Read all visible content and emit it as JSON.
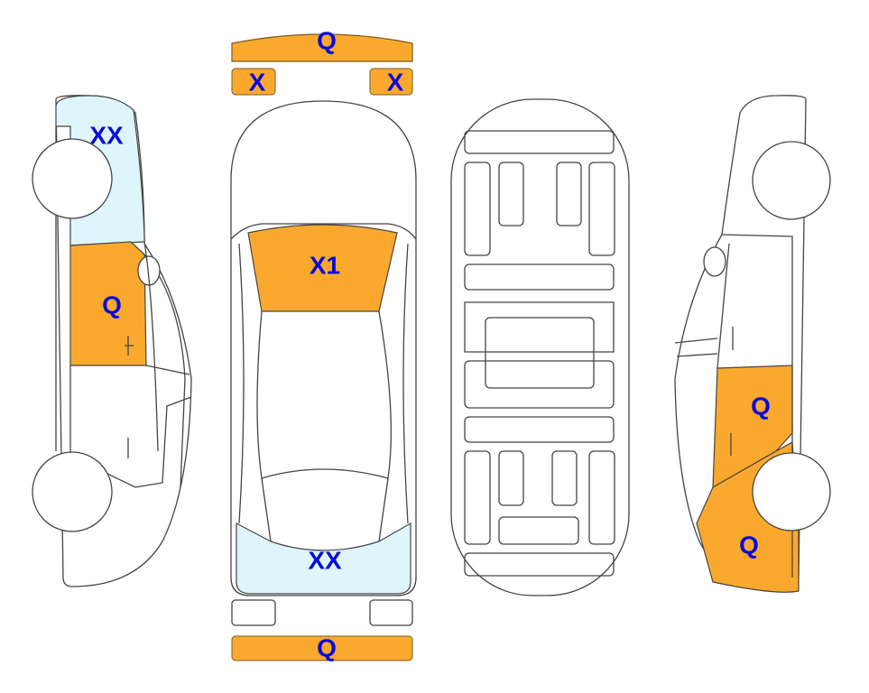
{
  "colors": {
    "damage": "#FBA92E",
    "glass": "#DFF5FC",
    "label": "#0A0ADC",
    "outline": "#444444"
  },
  "top_view": {
    "front_bumper": "Q",
    "front_left_light": "X",
    "front_right_light": "X",
    "windshield": "X1",
    "rear_window": "XX",
    "rear_bumper": "Q"
  },
  "left_side": {
    "front_glass_area": "XX",
    "front_door": "Q"
  },
  "right_side": {
    "rear_door": "Q",
    "rear_quarter": "Q"
  }
}
